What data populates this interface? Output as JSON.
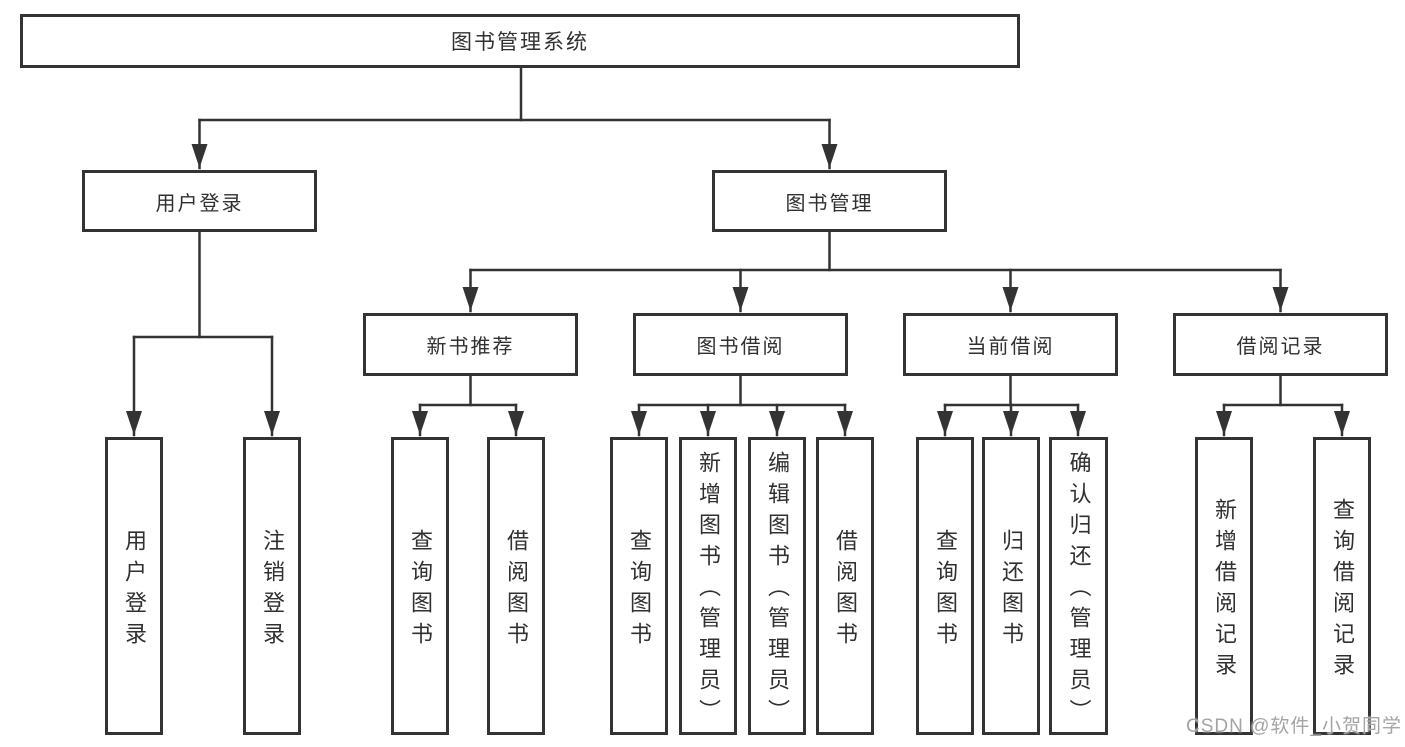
{
  "diagram": {
    "root": {
      "label": "图书管理系统"
    },
    "level2": [
      {
        "label": "用户登录"
      },
      {
        "label": "图书管理"
      }
    ],
    "level3": [
      {
        "label": "新书推荐"
      },
      {
        "label": "图书借阅"
      },
      {
        "label": "当前借阅"
      },
      {
        "label": "借阅记录"
      }
    ],
    "leaves": {
      "user_login": [
        "用户登录",
        "注销登录"
      ],
      "new_book": [
        "查询图书",
        "借阅图书"
      ],
      "book_borrow": [
        "查询图书",
        "新增图书（管理员）",
        "编辑图书（管理员）",
        "借阅图书"
      ],
      "current_borrow": [
        "查询图书",
        "归还图书",
        "确认归还（管理员）"
      ],
      "borrow_records": [
        "新增借阅记录",
        "查询借阅记录"
      ]
    }
  },
  "watermark": {
    "text": "CSDN @软件_小贺同学"
  },
  "colors": {
    "line": "#333333",
    "border": "#333333",
    "text": "#303030",
    "watermark": "#a4a4a4",
    "background": "#ffffff"
  }
}
